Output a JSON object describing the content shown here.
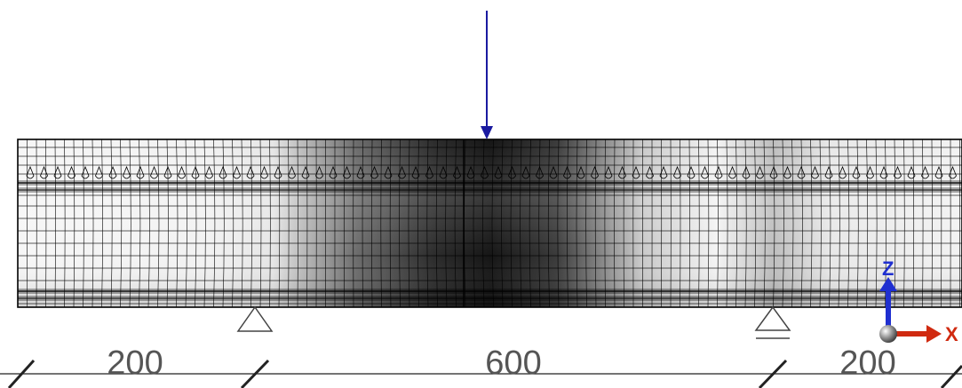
{
  "dimensions": {
    "left_span": "200",
    "middle_span": "600",
    "right_span": "200"
  },
  "axes": {
    "z_label": "Z",
    "x_label": "X",
    "z_color": "#1f2fd0",
    "x_color": "#d02a10"
  },
  "colors": {
    "load_arrow": "#1a1aa0",
    "mesh_line": "#000000",
    "support": "#444444",
    "dimension_line": "#222222"
  },
  "supports": [
    "pin",
    "roller"
  ],
  "load": "point-load"
}
